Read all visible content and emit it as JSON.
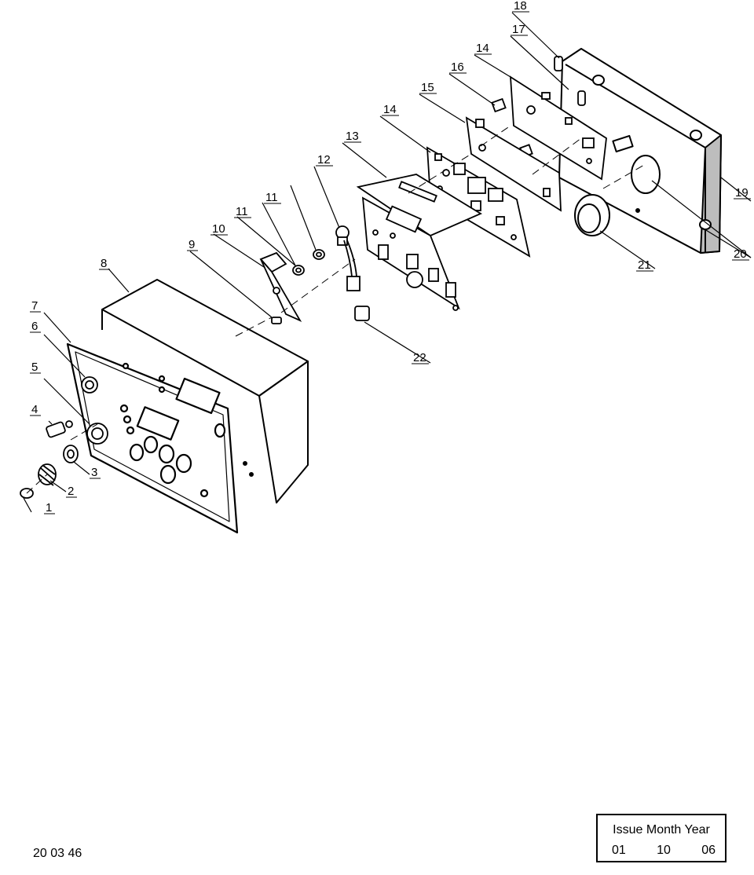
{
  "labels": [
    "1",
    "2",
    "3",
    "4",
    "5",
    "6",
    "7",
    "8",
    "9",
    "10",
    "11",
    "11",
    "12",
    "13",
    "14",
    "14",
    "15",
    "16",
    "17",
    "18",
    "19",
    "20",
    "21",
    "22"
  ],
  "document_number": "20 03 46",
  "issue": {
    "header": "Issue Month Year",
    "issue": "01",
    "month": "10",
    "year": "06"
  }
}
